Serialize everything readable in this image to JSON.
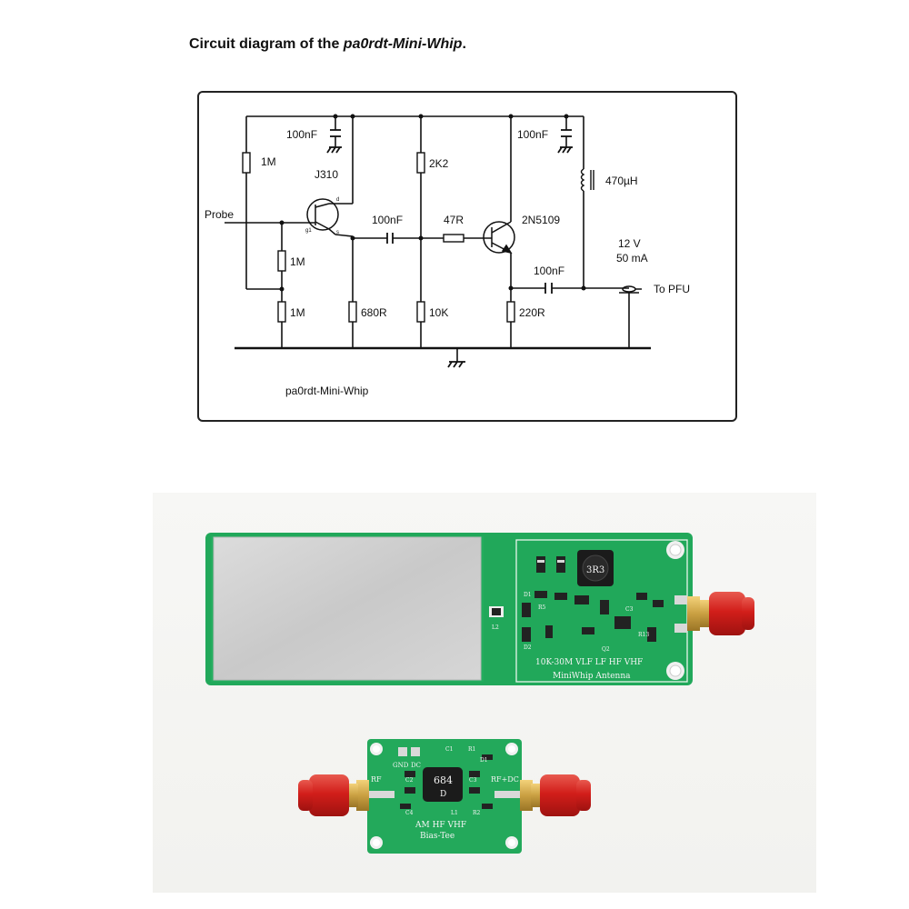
{
  "heading": {
    "prefix": "Circuit diagram of the ",
    "name": "pa0rdt-Mini-Whip",
    "suffix": "."
  },
  "schematic": {
    "caption": "pa0rdt-Mini-Whip",
    "probe": "Probe",
    "jfet": "J310",
    "jfet_pins": {
      "d": "d",
      "s": "s",
      "g": "g1"
    },
    "transistor": "2N5109",
    "supply": [
      "12 V",
      "50 mA"
    ],
    "output": "To PFU",
    "components": {
      "c_top_left": "100nF",
      "r_1m_top": "1M",
      "r_1m_mid": "1M",
      "r_1m_bottom": "1M",
      "r_2k2": "2K2",
      "c_coupling": "100nF",
      "r_47r": "47R",
      "c_top_right": "100nF",
      "inductor": "470µH",
      "c_output": "100nF",
      "r_680r": "680R",
      "r_10k": "10K",
      "r_220r": "220R"
    }
  },
  "board1": {
    "freq_label": "10K-30M VLF LF HF VHF",
    "name_label": "MiniWhip  Antenna",
    "inductor_marking": "3R3",
    "parts": [
      "D1",
      "L2",
      "D2",
      "R5",
      "R13",
      "Q2",
      "C3"
    ]
  },
  "board2": {
    "top_labels": [
      "GND",
      "DC"
    ],
    "left_label": "RF",
    "right_label": "RF+DC",
    "inductor_marking": [
      "684",
      "D"
    ],
    "band_label": "AM  HF  VHF",
    "name_label": "Bias-Tee",
    "parts": [
      "C1",
      "R1",
      "D1",
      "C2",
      "C3",
      "C4",
      "L1",
      "R2"
    ]
  }
}
